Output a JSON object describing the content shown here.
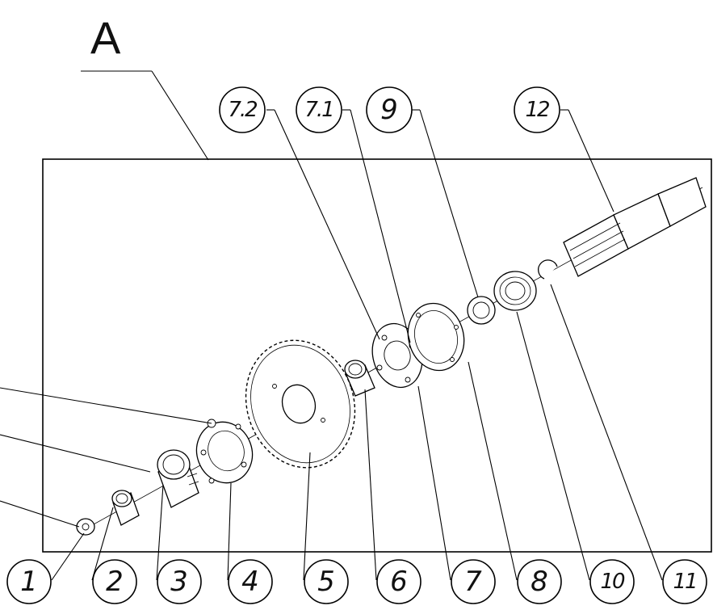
{
  "view_label": "A",
  "callouts": {
    "p1": "1",
    "p2": "2",
    "p3": "3",
    "p4": "4",
    "p5": "5",
    "p6": "6",
    "p7": "7",
    "p8": "8",
    "p10": "10",
    "p11": "11",
    "p7_2": "7.2",
    "p7_1": "7.1",
    "p9": "9",
    "p12": "12"
  }
}
